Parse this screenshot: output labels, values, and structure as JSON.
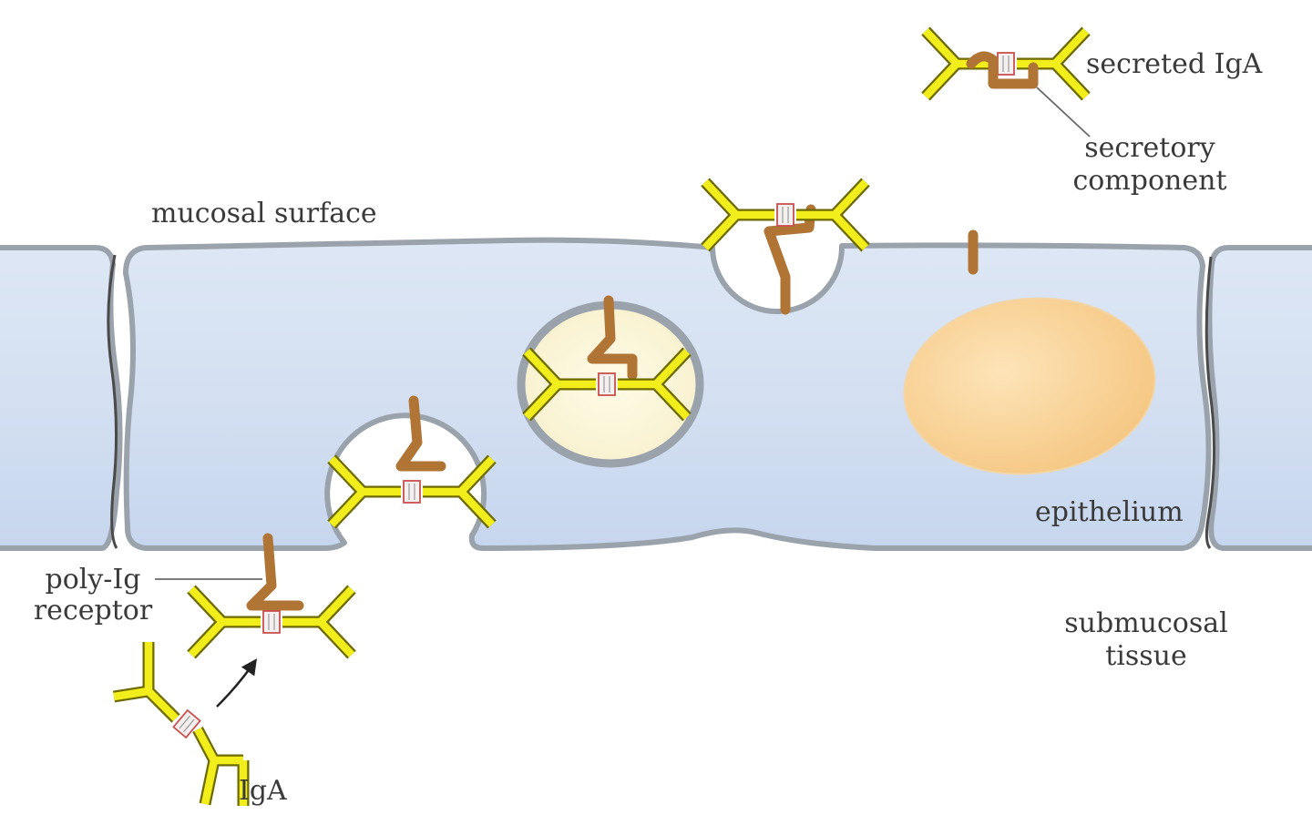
{
  "labels": {
    "secreted_iga": "secreted IgA",
    "secretory_component_line1": "secretory",
    "secretory_component_line2": "component",
    "mucosal_surface": "mucosal surface",
    "epithelium": "epithelium",
    "submucosal_line1": "submucosal",
    "submucosal_line2": "tissue",
    "poly_ig_line1": "poly-Ig",
    "poly_ig_line2": "receptor",
    "iga": "IgA"
  },
  "colors": {
    "cell_fill": "#d6e2f3",
    "cell_outline": "#9aa3ac",
    "membrane_dark": "#4a4a4a",
    "vesicle_fill": "#fbf6dc",
    "nucleus_fill": "#f8cf8f",
    "antibody_yellow": "#f2ee1c",
    "receptor_brown": "#b07535",
    "j_chain_red": "#c85050"
  }
}
